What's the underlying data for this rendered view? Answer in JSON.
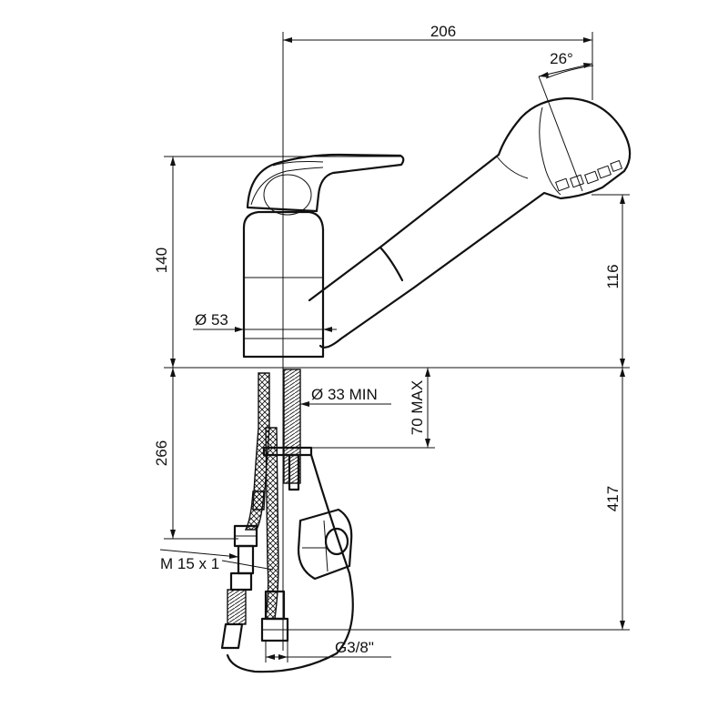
{
  "dimensions": {
    "overall_width": "206",
    "spray_angle": "26°",
    "body_height": "140",
    "spout_height": "116",
    "body_diameter": "Ø 53",
    "hole_diameter": "Ø 33 MIN",
    "max_deck_thickness": "70 MAX",
    "hose_length_left": "266",
    "hose_length_right": "417",
    "hose_thread": "M 15 x 1",
    "connection_thread": "G3/8\""
  }
}
